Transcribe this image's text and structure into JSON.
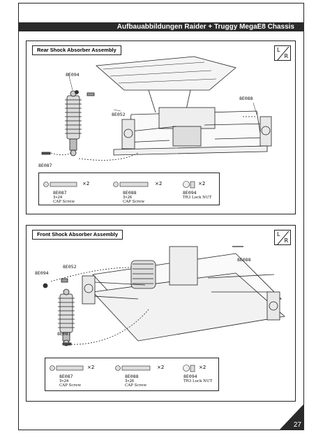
{
  "header": {
    "title": "Aufbauabbildungen Raider + Truggy MegaE8 Chassis"
  },
  "page_number": "27",
  "lr_badge": {
    "left": "L",
    "right": "R"
  },
  "sections": {
    "rear": {
      "title": "Rear Shock Absorber Assembly",
      "labels": {
        "a": "8E094",
        "b": "8E052",
        "c": "8E088",
        "d": "8E087"
      },
      "legend": [
        {
          "code": "8E087",
          "size": "3×24",
          "name": "CAP Screw",
          "qty": "×2"
        },
        {
          "code": "8E088",
          "size": "3×26",
          "name": "CAP Screw",
          "qty": "×2"
        },
        {
          "code": "8E094",
          "size": "",
          "name": "TR3 Lock NUT",
          "qty": "×2"
        }
      ]
    },
    "front": {
      "title": "Front Shock Absorber Assembly",
      "labels": {
        "a": "8E094",
        "b": "8E052",
        "c": "8E088",
        "d": "8E087"
      },
      "legend": [
        {
          "code": "8E087",
          "size": "3×24",
          "name": "CAP Screw",
          "qty": "×2"
        },
        {
          "code": "8E088",
          "size": "3×26",
          "name": "CAP Screw",
          "qty": "×2"
        },
        {
          "code": "8E094",
          "size": "",
          "name": "TR3 Lock NUT",
          "qty": "×2"
        }
      ]
    }
  }
}
